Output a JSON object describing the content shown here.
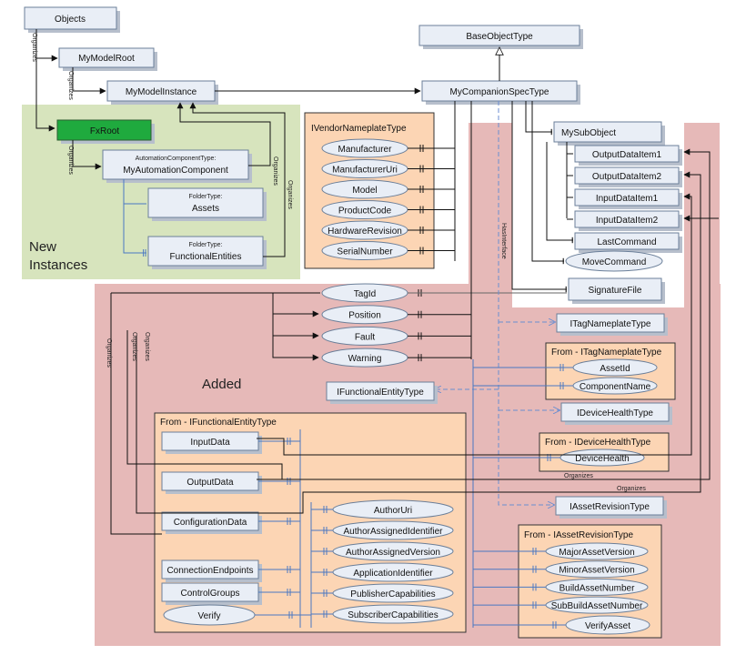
{
  "regions": {
    "new_instances": "New\nInstances",
    "added": "Added"
  },
  "top": {
    "objects": "Objects",
    "my_model_root": "MyModelRoot",
    "my_model_instance": "MyModelInstance",
    "base_object_type": "BaseObjectType",
    "my_companion_spec_type": "MyCompanionSpecType"
  },
  "instances": {
    "fx_root": "FxRoot",
    "automation_type": "AutomationComponentType:",
    "automation_name": "MyAutomationComponent",
    "assets_type": "FolderType:",
    "assets_name": "Assets",
    "functional_type": "FolderType:",
    "functional_name": "FunctionalEntities"
  },
  "vendor_nameplate": {
    "title": "IVendorNameplateType",
    "items": [
      "Manufacturer",
      "ManufacturerUri",
      "Model",
      "ProductCode",
      "HardwareRevision",
      "SerialNumber"
    ]
  },
  "sub_object": {
    "title": "MySubObject",
    "items": [
      "OutputDataItem1",
      "OutputDataItem2",
      "InputDataItem1",
      "InputDataItem2",
      "LastCommand"
    ],
    "move_command": "MoveCommand",
    "signature_file": "SignatureFile"
  },
  "companion_props": [
    "TagId",
    "Position",
    "Fault",
    "Warning"
  ],
  "interfaces": {
    "tag_nameplate": "ITagNameplateType",
    "functional_entity": "IFunctionalEntityType",
    "device_health": "IDeviceHealthType",
    "asset_revision": "IAssetRevisionType"
  },
  "from_tag_nameplate": {
    "title": "From - ITagNameplateType",
    "items": [
      "AssetId",
      "ComponentName"
    ]
  },
  "from_device_health": {
    "title": "From - IDeviceHealthType",
    "items": [
      "DeviceHealth"
    ]
  },
  "from_functional_entity": {
    "title": "From - IFunctionalEntityType",
    "left_items": [
      "InputData",
      "OutputData",
      "ConfigurationData",
      "ConnectionEndpoints",
      "ControlGroups"
    ],
    "verify": "Verify",
    "right_items": [
      "AuthorUri",
      "AuthorAssignedIdentifier",
      "AuthorAssignedVersion",
      "ApplicationIdentifier",
      "PublisherCapabilities",
      "SubscriberCapabilities"
    ]
  },
  "from_asset_revision": {
    "title": "From - IAssetRevisionType",
    "items": [
      "MajorAssetVersion",
      "MinorAssetVersion",
      "BuildAssetNumber",
      "SubBuildAssetNumber"
    ],
    "verify_asset": "VerifyAsset"
  },
  "edge_labels": {
    "organizes": "Organizes",
    "has_interface": "HasInterface"
  },
  "colors": {
    "green_region": "#d7e4bd",
    "pink_region": "#e6b9b8",
    "peach_box": "#fcd5b4",
    "node_fill": "#e9eef6",
    "fx_root": "#1faa3e"
  }
}
